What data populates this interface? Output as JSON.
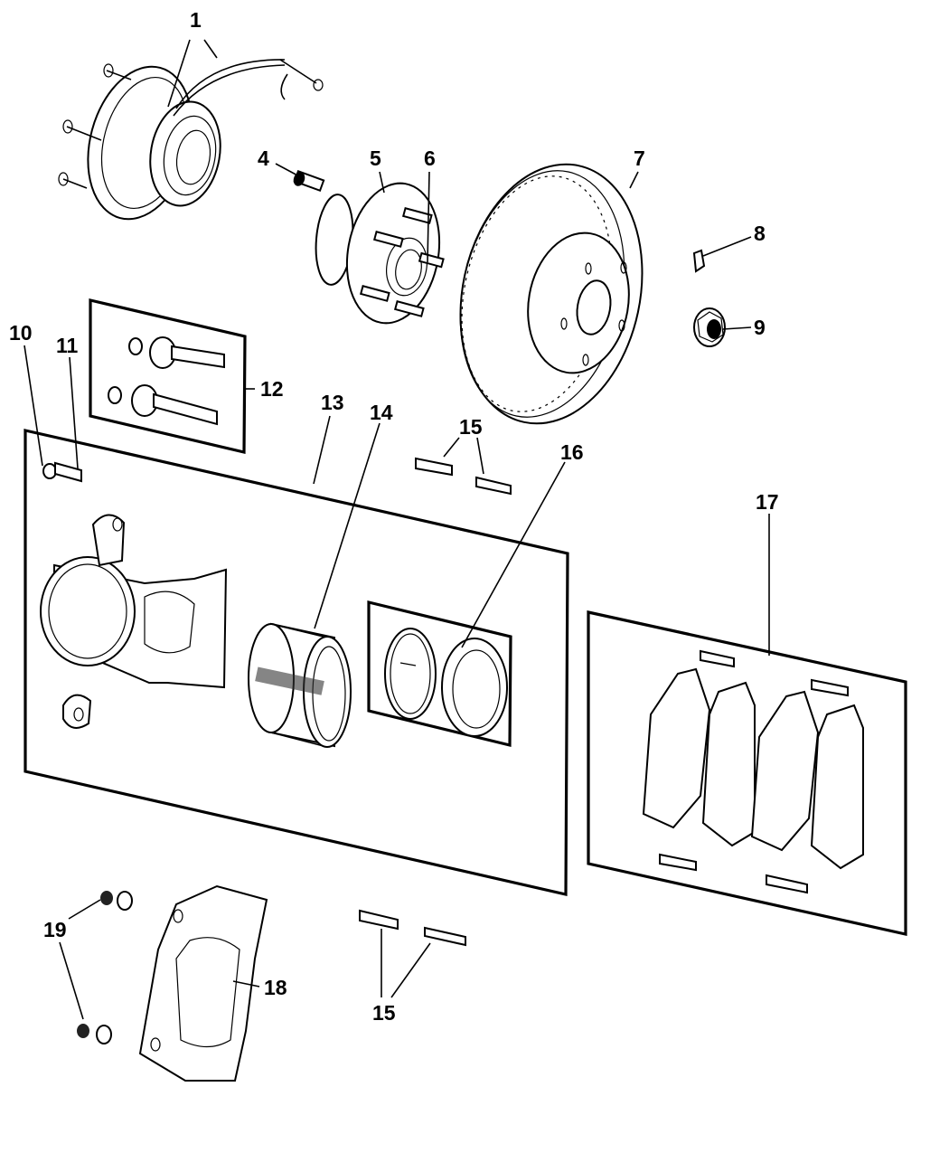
{
  "diagram": {
    "title": "Front Brake Assembly - Exploded Parts View",
    "callouts": [
      {
        "id": "c1",
        "label": "1"
      },
      {
        "id": "c4",
        "label": "4"
      },
      {
        "id": "c5",
        "label": "5"
      },
      {
        "id": "c6",
        "label": "6"
      },
      {
        "id": "c7",
        "label": "7"
      },
      {
        "id": "c8",
        "label": "8"
      },
      {
        "id": "c9",
        "label": "9"
      },
      {
        "id": "c10",
        "label": "10"
      },
      {
        "id": "c11",
        "label": "11"
      },
      {
        "id": "c12",
        "label": "12"
      },
      {
        "id": "c13",
        "label": "13"
      },
      {
        "id": "c14",
        "label": "14"
      },
      {
        "id": "c15a",
        "label": "15"
      },
      {
        "id": "c16",
        "label": "16"
      },
      {
        "id": "c17",
        "label": "17"
      },
      {
        "id": "c18",
        "label": "18"
      },
      {
        "id": "c19",
        "label": "19"
      },
      {
        "id": "c15b",
        "label": "15"
      }
    ],
    "parts": [
      {
        "callout": "1",
        "name": "hub-bearing-with-wheel-speed-sensor"
      },
      {
        "callout": "4",
        "name": "bolt"
      },
      {
        "callout": "5",
        "name": "hub-and-bearing"
      },
      {
        "callout": "6",
        "name": "wheel-stud"
      },
      {
        "callout": "7",
        "name": "brake-rotor"
      },
      {
        "callout": "8",
        "name": "clip"
      },
      {
        "callout": "9",
        "name": "hub-nut"
      },
      {
        "callout": "10",
        "name": "bleeder-cap"
      },
      {
        "callout": "11",
        "name": "bleeder-screw"
      },
      {
        "callout": "12",
        "name": "caliper-guide-pin-kit"
      },
      {
        "callout": "13",
        "name": "disc-brake-caliper"
      },
      {
        "callout": "14",
        "name": "caliper-piston"
      },
      {
        "callout": "15",
        "name": "anti-rattle-clip"
      },
      {
        "callout": "16",
        "name": "piston-seal-kit"
      },
      {
        "callout": "17",
        "name": "brake-pad-kit"
      },
      {
        "callout": "18",
        "name": "caliper-adapter"
      },
      {
        "callout": "19",
        "name": "adapter-bolt"
      }
    ]
  }
}
